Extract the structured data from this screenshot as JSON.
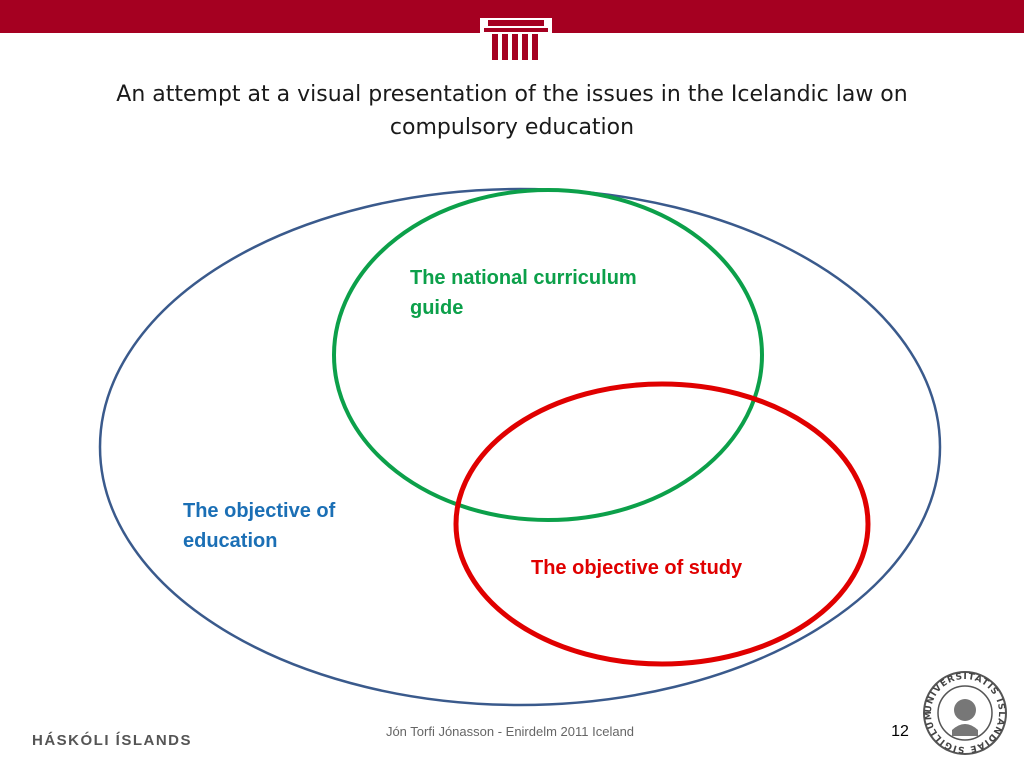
{
  "slide": {
    "title": "An attempt at a visual presentation of the issues in the Icelandic law on compulsory education",
    "colors": {
      "header_bar": "#a50021",
      "outer_ellipse": "#3a5a8c",
      "national_curriculum": "#0ca04a",
      "objective_education": "#1b6fb5",
      "objective_study": "#e00000"
    }
  },
  "diagram": {
    "national_curriculum_label": "The national curriculum guide",
    "objective_education_label": "The objective of education",
    "objective_study_label": "The objective of study"
  },
  "footer": {
    "brand": "HÁSKÓLI ÍSLANDS",
    "presenter": "Jón Torfi Jónasson - Enirdelm  2011 Iceland",
    "page_number": "12",
    "seal_text": "UNIVERSITATIS ISLANDIAE SIGILLUM"
  }
}
